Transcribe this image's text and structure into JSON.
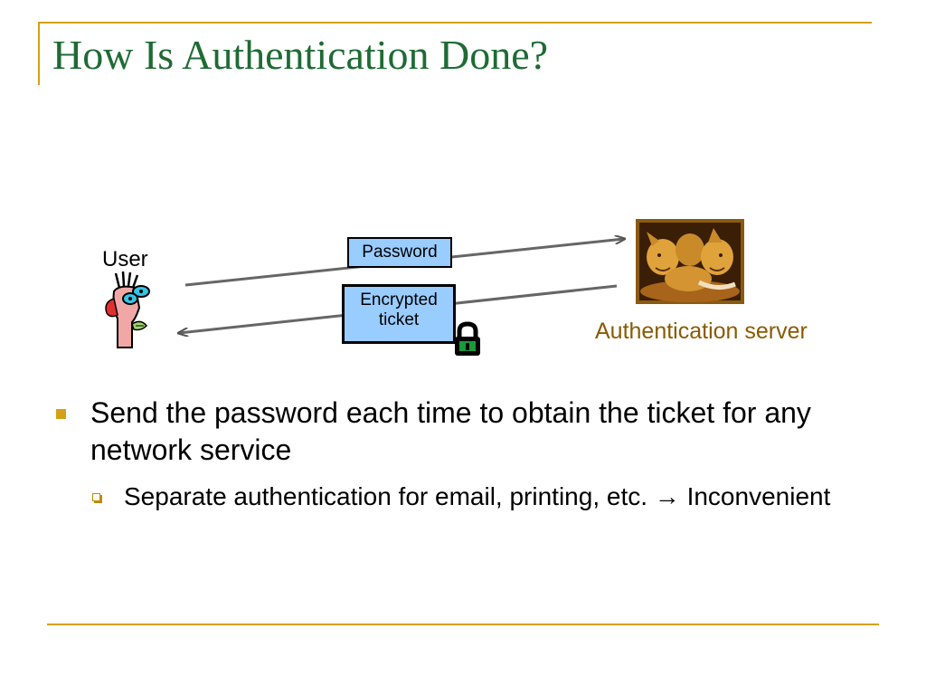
{
  "slide": {
    "title": "How Is Authentication Done?"
  },
  "diagram": {
    "user_label": "User",
    "server_label": "Authentication server",
    "password_label": "Password",
    "ticket_line1": "Encrypted",
    "ticket_line2": "ticket",
    "icons": [
      "user-cartoon",
      "padlock",
      "three-headed-dog-image"
    ]
  },
  "bullets": {
    "main": "Send the password each time to obtain the ticket for any network service",
    "sub_text": "Separate authentication for email, printing, etc.",
    "sub_arrow": "→",
    "sub_tail": "Inconvenient"
  },
  "colors": {
    "accent": "#d4a017",
    "title": "#1e6b34",
    "server_label": "#8a5a00",
    "box_fill": "#99ccff"
  }
}
